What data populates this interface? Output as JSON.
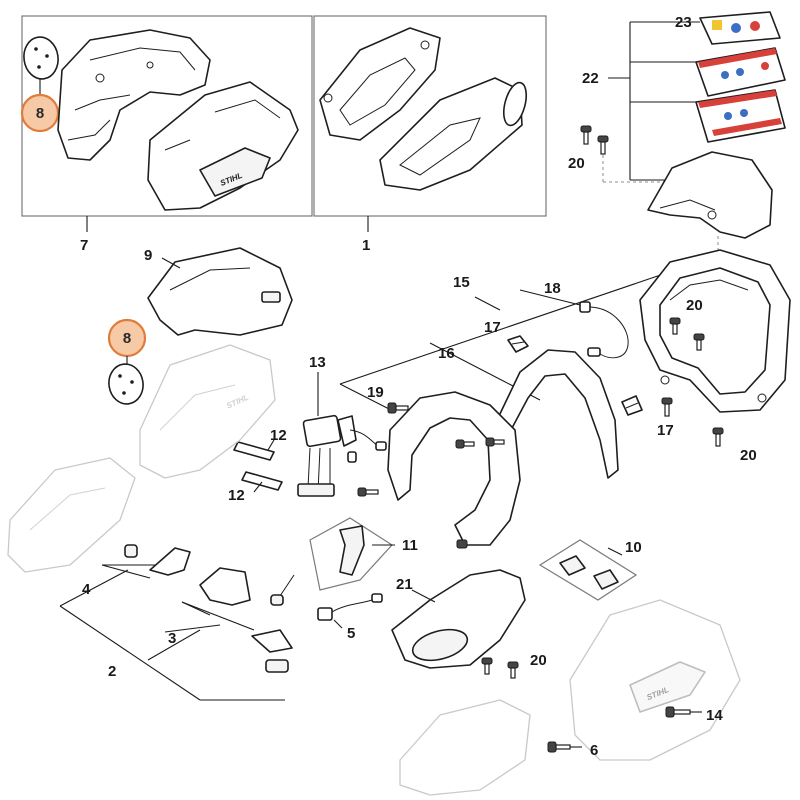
{
  "callouts": {
    "c1": "1",
    "c2": "2",
    "c3": "3",
    "c4": "4",
    "c5": "5",
    "c6": "6",
    "c7": "7",
    "c8a": "8",
    "c8b": "8",
    "c9": "9",
    "c10": "10",
    "c11": "11",
    "c12a": "12",
    "c12b": "12",
    "c13": "13",
    "c14": "14",
    "c15": "15",
    "c16": "16",
    "c17a": "17",
    "c17b": "17",
    "c18": "18",
    "c19": "19",
    "c20a": "20",
    "c20b": "20",
    "c20c": "20",
    "c20d": "20",
    "c21": "21",
    "c22": "22",
    "c23": "23"
  },
  "logos": {
    "housing_logo": "STIHL",
    "ghost_logo": "STIHL",
    "cover_logo": "STIHL"
  },
  "colors": {
    "highlight_fill": "#f6c9a7",
    "highlight_stroke": "#e07b39"
  }
}
